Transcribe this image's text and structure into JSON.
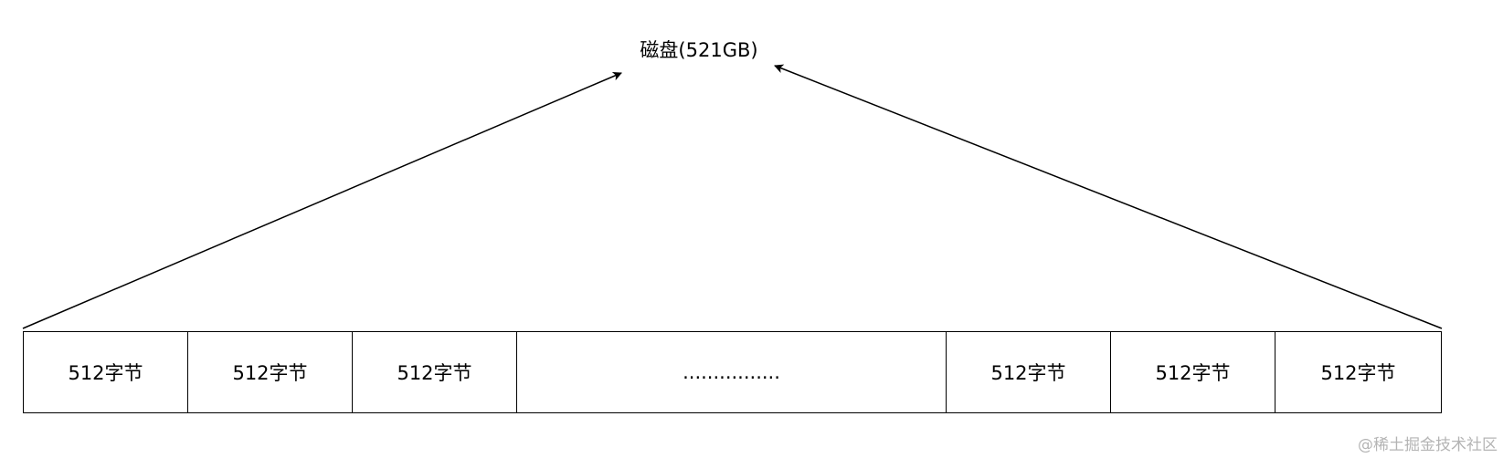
{
  "title": "磁盘(521GB)",
  "cells": [
    "512字节",
    "512字节",
    "512字节",
    "................",
    "512字节",
    "512字节",
    "512字节"
  ],
  "watermark": "@稀土掘金技术社区"
}
